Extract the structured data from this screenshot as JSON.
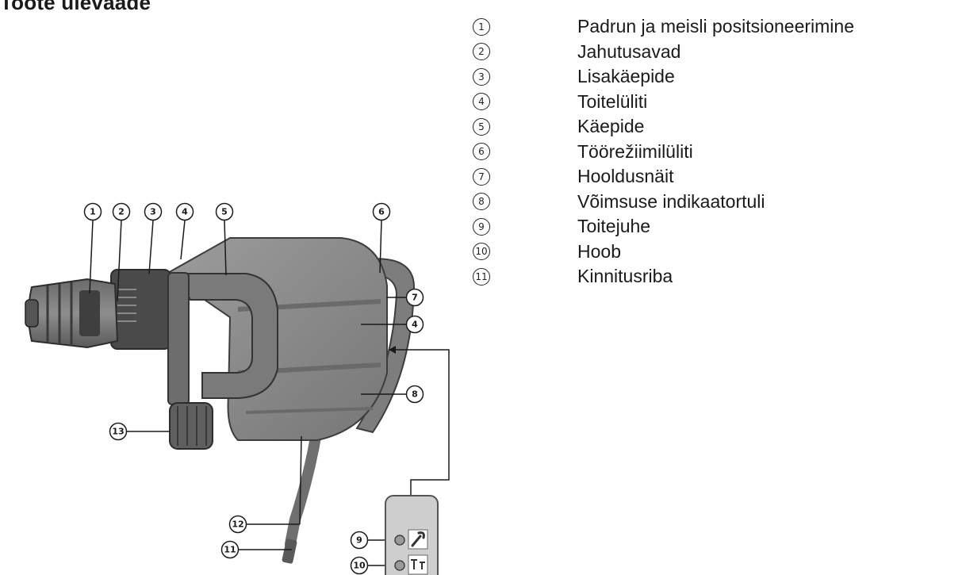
{
  "heading": "Toote ülevaade",
  "legend": [
    {
      "num": "1",
      "label": "Padrun ja meisli positsioneerimine"
    },
    {
      "num": "2",
      "label": "Jahutusavad"
    },
    {
      "num": "3",
      "label": "Lisakäepide"
    },
    {
      "num": "4",
      "label": "Toitelüliti"
    },
    {
      "num": "5",
      "label": "Käepide"
    },
    {
      "num": "6",
      "label": "Töörežiimilüliti"
    },
    {
      "num": "7",
      "label": "Hooldusnäit"
    },
    {
      "num": "8",
      "label": "Võimsuse indikaatortuli"
    },
    {
      "num": "9",
      "label": "Toitejuhe"
    },
    {
      "num": "10",
      "label": "Hoob"
    },
    {
      "num": "11",
      "label": "Kinnitusriba"
    }
  ],
  "callouts": {
    "c1": "1",
    "c2": "2",
    "c3": "3",
    "c4a": "4",
    "c5": "5",
    "c6": "6",
    "c7": "7",
    "c4b": "4",
    "c8": "8",
    "c13": "13",
    "c12": "12",
    "c11": "11",
    "c9": "9",
    "c10": "10"
  },
  "icons": {
    "wrench": "wrench-icon",
    "power-level": "power-level-icon"
  },
  "colors": {
    "tool_body": "#8a8a8a",
    "tool_dark": "#3c3c3c",
    "panel": "#c8c8c8"
  }
}
